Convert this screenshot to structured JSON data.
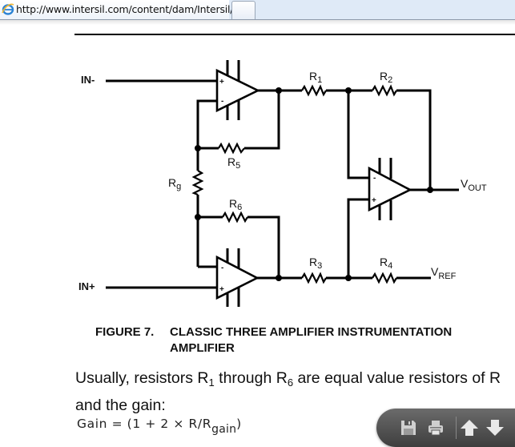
{
  "browser": {
    "tab_title": "http://www.intersil.com/content/dam/Intersil/d...",
    "tab_icon": "ie-icon",
    "new_tab_icon": "new-tab-icon"
  },
  "figure": {
    "labels": {
      "in_minus": "IN-",
      "in_plus": "IN+",
      "r1": "R",
      "r1_sub": "1",
      "r2": "R",
      "r2_sub": "2",
      "r3": "R",
      "r3_sub": "3",
      "r4": "R",
      "r4_sub": "4",
      "r5": "R",
      "r5_sub": "5",
      "r6": "R",
      "r6_sub": "6",
      "rg": "R",
      "rg_sub": "g",
      "vout": "V",
      "vout_sub": "OUT",
      "vref": "V",
      "vref_sub": "REF",
      "plus": "+",
      "minus": "-"
    },
    "caption_number": "FIGURE 7.",
    "caption_line1": "CLASSIC THREE AMPLIFIER INSTRUMENTATION",
    "caption_line2": "AMPLIFIER"
  },
  "body": {
    "p1_a": "Usually, resistors R",
    "p1_sub1": "1",
    "p1_b": " through R",
    "p1_sub2": "6",
    "p1_c": " are equal value resistors of R and the gain:",
    "formula_main": "Gain = (1 + 2 × R/R",
    "formula_sub": "gain",
    "formula_end": ")"
  },
  "pdf_toolbar": {
    "buttons": [
      {
        "name": "save",
        "icon": "floppy-disk-icon"
      },
      {
        "name": "print",
        "icon": "printer-icon"
      },
      {
        "name": "previous-page",
        "icon": "arrow-up-icon"
      },
      {
        "name": "next-page",
        "icon": "arrow-down-icon"
      }
    ]
  }
}
